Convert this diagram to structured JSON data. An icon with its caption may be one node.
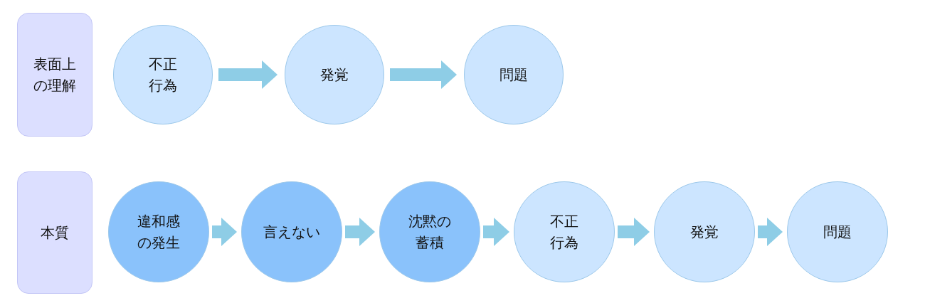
{
  "diagram": {
    "nodes": [
      {
        "text": [
          "表面上の理解"
        ]
      },
      {
        "text": [
          "不正行為"
        ]
      },
      {
        "text": [
          "発覚"
        ]
      },
      {
        "text": [
          "問題"
        ]
      },
      {
        "text": [
          "本質"
        ]
      },
      {
        "text": [
          "違和感の発生"
        ]
      },
      {
        "text": [
          "言えない"
        ]
      },
      {
        "text": [
          "沈黙の蓄積"
        ]
      },
      {
        "text": [
          "不正行為"
        ]
      },
      {
        "text": [
          "発覚"
        ]
      },
      {
        "text": [
          "問題"
        ]
      }
    ],
    "edges": [
      {
        "from": 1,
        "to": 2,
        "arrow": "to"
      },
      {
        "from": 2,
        "to": 3,
        "arrow": "to"
      },
      {
        "from": 5,
        "to": 6,
        "arrow": "to"
      },
      {
        "from": 6,
        "to": 7,
        "arrow": "to"
      },
      {
        "from": 7,
        "to": 8,
        "arrow": "to"
      },
      {
        "from": 8,
        "to": 9,
        "arrow": "to"
      },
      {
        "from": 9,
        "to": 10,
        "arrow": "to"
      }
    ]
  }
}
